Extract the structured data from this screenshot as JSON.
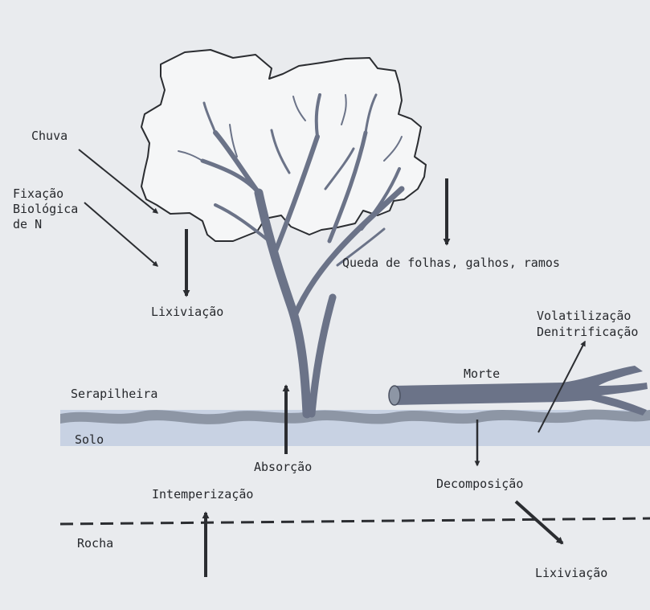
{
  "labels": {
    "chuva": "Chuva",
    "fixacao_1": "Fixação",
    "fixacao_2": "Biológica",
    "fixacao_3": "de N",
    "lixiviacao_top": "Lixiviação",
    "queda": "Queda de folhas, galhos, ramos",
    "volatilizacao": "Volatilização",
    "denitrificacao": "Denitrificação",
    "morte": "Morte",
    "serapilheira": "Serapilheira",
    "solo": "Solo",
    "absorcao": "Absorção",
    "decomposicao": "Decomposição",
    "intemperizacao": "Intemperização",
    "rocha": "Rocha",
    "lixiviacao_bottom": "Lixiviação"
  },
  "colors": {
    "background": "#e9ebee",
    "soil_band": "#c8d2e3",
    "litter": "#8d96a5",
    "tree": "#6b7388",
    "arrow": "#2b2d31",
    "text": "#26282c"
  }
}
